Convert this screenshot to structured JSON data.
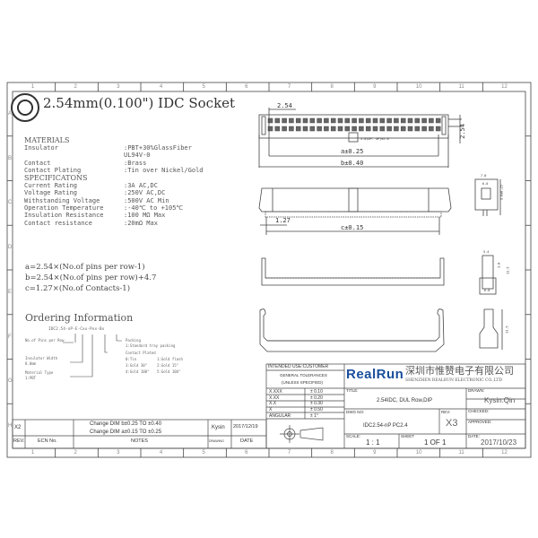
{
  "border": {
    "columns": [
      "1",
      "2",
      "3",
      "4",
      "5",
      "6",
      "7",
      "8",
      "9",
      "10",
      "11",
      "12"
    ],
    "rows": [
      "A",
      "B",
      "C",
      "D",
      "E",
      "F",
      "G",
      "H"
    ]
  },
  "header": {
    "title": "2.54mm(0.100\") IDC Socket"
  },
  "materials": {
    "heading": "MATERIALS",
    "rows": [
      {
        "label": "Insulator",
        "value": ":PBT+30%GlassFiber"
      },
      {
        "label": "",
        "value": " UL94V-0"
      },
      {
        "label": "Contact",
        "value": ":Brass"
      },
      {
        "label": "Contact Plating",
        "value": ":Tin over Nickel/Gold"
      }
    ]
  },
  "specifications": {
    "heading": "SPECIFICATONS",
    "rows": [
      {
        "label": "Current Rating",
        "value": ":3A AC,DC"
      },
      {
        "label": "Voltage Rating",
        "value": ":250V AC,DC"
      },
      {
        "label": "Withstanding Voltage",
        "value": ":500V AC Min"
      },
      {
        "label": "Operation Temperature",
        "value": ":-40℃ to +105℃"
      },
      {
        "label": "Insulation Resistance",
        "value": ":100 MΩ Max"
      },
      {
        "label": "Contact resistance",
        "value": ":20mΩ Max"
      }
    ]
  },
  "formulas": [
    "a=2.54×(No.of pins per row-1)",
    "b=2.54×(No.of pins per row)+4.7",
    "c=1.27×(No.of Contacts-1)"
  ],
  "ordering": {
    "heading": "Ordering Information",
    "code": "IDC2.54-nP-E-Cxx-Pxx-Bx",
    "notes": {
      "pins": "No.of Pins per Row",
      "insulator": "Insulator Width",
      "insulator_value": "8.0mm",
      "material": "Material Type",
      "material_value": "1:PBT",
      "packing": "Packing",
      "packing_value": "1:Standard tray packing",
      "plated": "Contact Plated",
      "plated_values": [
        "0:Tin",
        "1:Gold flash",
        "3:Gold 30\"",
        "2:Gold 15\"",
        "4:Gold 100\"",
        "5:Gold 10U\""
      ]
    }
  },
  "dimensions": {
    "pitch": "2.54",
    "row_pitch": "2.54",
    "a": "a±0.25",
    "b": "b±0.40",
    "c": "c±0.15",
    "half_pitch": "1.27",
    "key": "5.0(OP. 4P)±2.0",
    "side_w1": "7.0",
    "side_w2": "6.0",
    "side_h": "9.0±0.25",
    "small_w": "5.4",
    "small_h1": "3.0",
    "small_h2": "11.5",
    "base_w": "6.0",
    "bottom_h": "11.5"
  },
  "tolerances": {
    "intended": "INTENDED USE:CUSTOMER",
    "general": "GENERAL TOLERANCES",
    "unless": "(UNLESS SPECIFIED)",
    "rows": [
      {
        "k": "X.XXX",
        "v": "± 0.10"
      },
      {
        "k": "X.XX",
        "v": "± 0.20"
      },
      {
        "k": "X.X",
        "v": "± 0.30"
      },
      {
        "k": "X",
        "v": "± 0.50"
      },
      {
        "k": "ANGULAR",
        "v": "± 1°"
      }
    ]
  },
  "company": {
    "brand": "RealRun",
    "chinese": "深圳市惟赞电子有限公司",
    "english": "SHENZHEN REALRUN ELECTRONIC CO.,LTD",
    "brand_color": "#1b4f9c"
  },
  "titleblock": {
    "title_label": "TITLE:",
    "title": "2.54IDC, DUL Row,DIP",
    "dwg_label": "DWG NO:",
    "dwg": "IDC2.54-nP PC2.4",
    "rev_label": "REV:",
    "rev": "X3",
    "drawn_label": "DRAWN:",
    "drawn": "Kysin.Qin",
    "checked_label": "CHECKED:",
    "approved_label": "APPROVED:",
    "scale_label": "SCALE:",
    "scale": "1 : 1",
    "sheet_label": "SHEET",
    "sheet": "1 OF 1",
    "date_label": "DATE:",
    "date": "2017/10/23"
  },
  "revision": {
    "rev": "X2",
    "notes": [
      "Change DIM b±0.25 TO ±0.40",
      "Change DIM a±0.15 TO ±0.25"
    ],
    "drawing": "Kysin",
    "date": "2017/12/19",
    "headers": {
      "rev": "REV.",
      "ecn": "ECN No.",
      "notes": "NOTES",
      "drawing": "DRAWING",
      "date": "DATE"
    }
  }
}
